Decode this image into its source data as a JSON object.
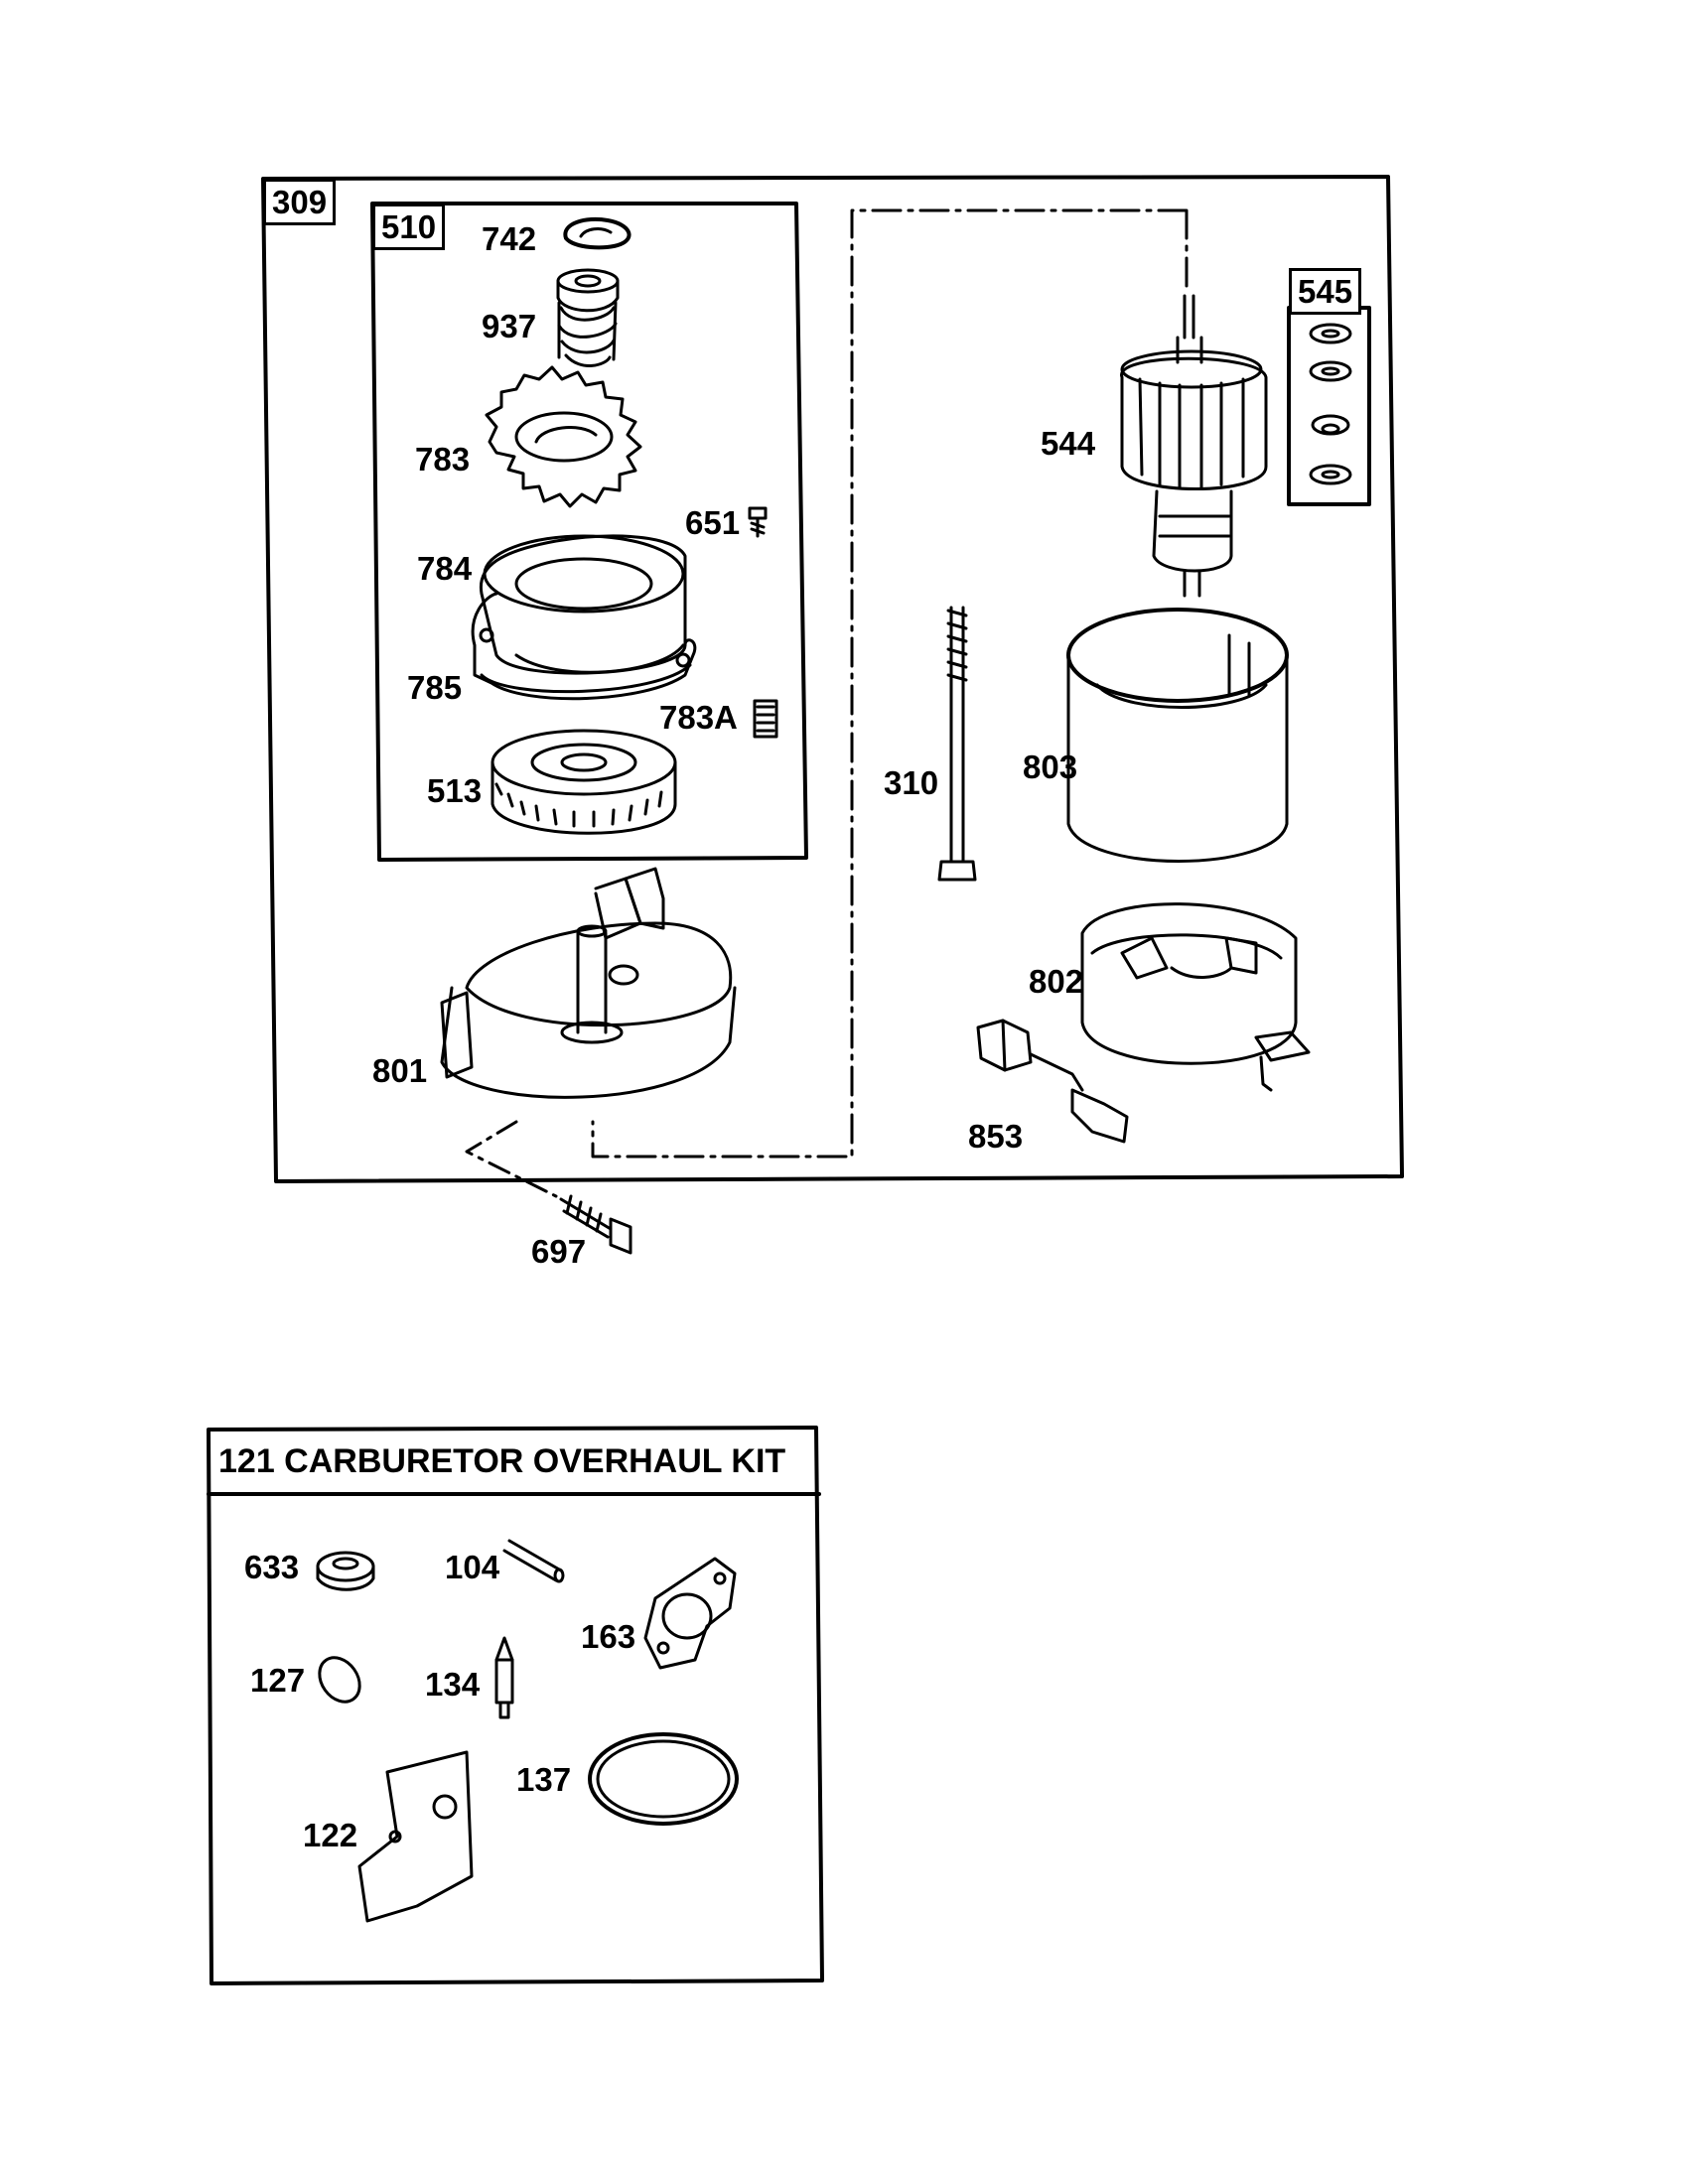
{
  "assembly": {
    "box_label": "309",
    "subassembly_label": "510",
    "bearing_kit_label": "545"
  },
  "parts": {
    "p742": "742",
    "p937": "937",
    "p783": "783",
    "p651": "651",
    "p784": "784",
    "p785": "785",
    "p783A": "783A",
    "p513": "513",
    "p801": "801",
    "p697": "697",
    "p544": "544",
    "p310": "310",
    "p803": "803",
    "p802": "802",
    "p853": "853"
  },
  "kit": {
    "title": "121 CARBURETOR OVERHAUL KIT",
    "p633": "633",
    "p104": "104",
    "p163": "163",
    "p127": "127",
    "p134": "134",
    "p137": "137",
    "p122": "122"
  }
}
